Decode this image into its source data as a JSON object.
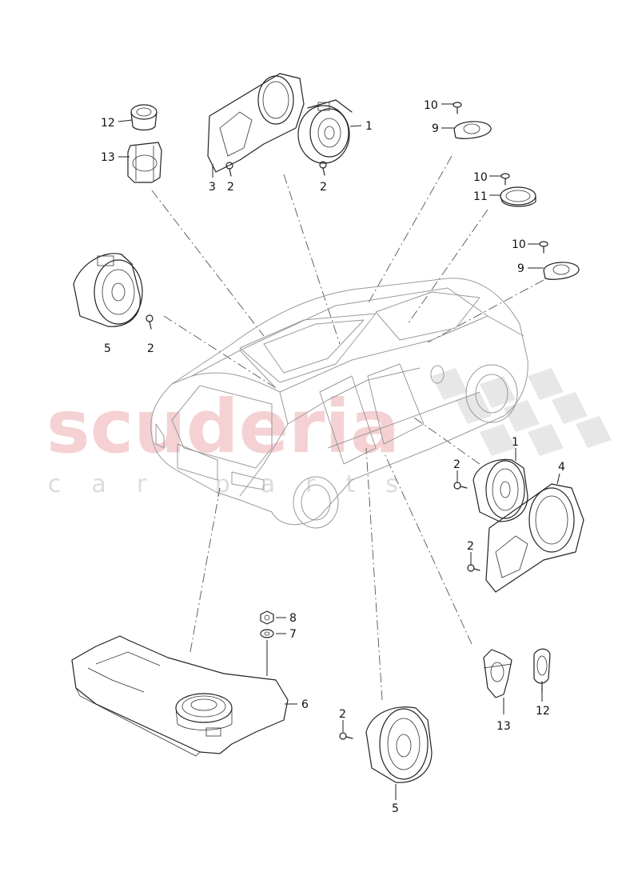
{
  "watermark": {
    "brand": "scuderia",
    "subtitle": "car parts",
    "brand_color": "#f3c6c9"
  },
  "callouts": [
    {
      "id": "c1",
      "label": "12"
    },
    {
      "id": "c2",
      "label": "13"
    },
    {
      "id": "c3",
      "label": "3"
    },
    {
      "id": "c4",
      "label": "2"
    },
    {
      "id": "c5",
      "label": "2"
    },
    {
      "id": "c6",
      "label": "1"
    },
    {
      "id": "c7",
      "label": "10"
    },
    {
      "id": "c8",
      "label": "9"
    },
    {
      "id": "c9",
      "label": "10"
    },
    {
      "id": "c10",
      "label": "11"
    },
    {
      "id": "c11",
      "label": "10"
    },
    {
      "id": "c12",
      "label": "9"
    },
    {
      "id": "c13",
      "label": "5"
    },
    {
      "id": "c14",
      "label": "2"
    },
    {
      "id": "c15",
      "label": "1"
    },
    {
      "id": "c16",
      "label": "2"
    },
    {
      "id": "c17",
      "label": "4"
    },
    {
      "id": "c18",
      "label": "2"
    },
    {
      "id": "c19",
      "label": "8"
    },
    {
      "id": "c20",
      "label": "7"
    },
    {
      "id": "c21",
      "label": "6"
    },
    {
      "id": "c22",
      "label": "2"
    },
    {
      "id": "c23",
      "label": "5"
    },
    {
      "id": "c24",
      "label": "13"
    },
    {
      "id": "c25",
      "label": "12"
    }
  ]
}
